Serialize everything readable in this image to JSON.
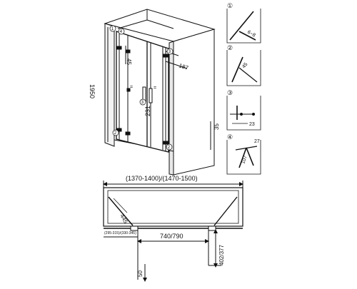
{
  "iso_view": {
    "height_label": "1950",
    "top_circle": "1",
    "bottom_circle": "2",
    "mid_circle": "3",
    "top_panel_label": "4",
    "upper_height": "45",
    "handle_label": "231",
    "angle_label": "187",
    "handle_circle": "3",
    "bottom_circle_label": "2",
    "right_label": "35"
  },
  "details": [
    {
      "number": "①",
      "value": "6~8"
    },
    {
      "number": "②",
      "value": "45"
    },
    {
      "number": "③",
      "value": "23"
    },
    {
      "number": "④",
      "value_a": "27",
      "value_b": "107"
    }
  ],
  "plan_view": {
    "overall_width": "(1370-1400)/(1470-1500)",
    "door_swing": "445",
    "opening_width": "740/790",
    "left_range": "(295-315)/(330-345)",
    "depth_label": "402/377",
    "bottom_label": "50"
  }
}
